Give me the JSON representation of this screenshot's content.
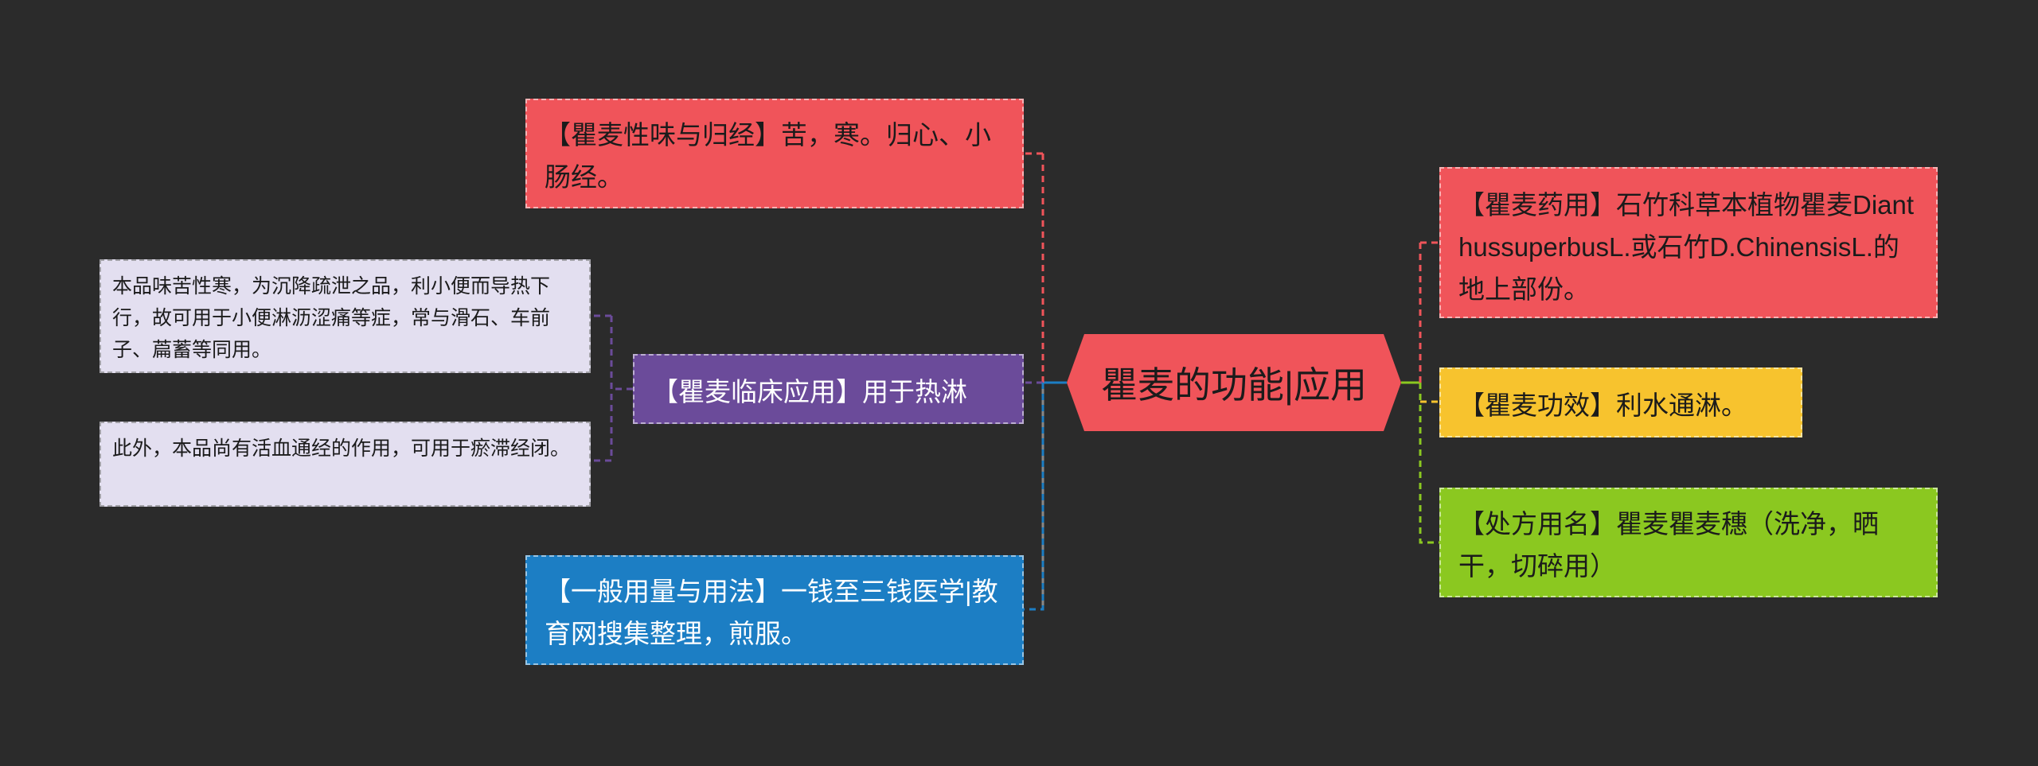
{
  "colors": {
    "background": "#2b2b2b",
    "center": "#f0545a",
    "red": "#f0545a",
    "purple": "#6b4b9a",
    "blue": "#1c7ec4",
    "yellow": "#f7c32e",
    "green": "#8bc820",
    "leaf": "#e3dff0"
  },
  "center": {
    "text": "瞿麦的功能|应用"
  },
  "left": [
    {
      "text": "【瞿麦性味与归经】苦，寒。归心、小肠经。"
    },
    {
      "text": "【瞿麦临床应用】用于热淋"
    },
    {
      "text": "【一般用量与用法】一钱至三钱医学|教育网搜集整理，煎服。"
    }
  ],
  "leaves": [
    {
      "text": "本品味苦性寒，为沉降疏泄之品，利小便而导热下行，故可用于小便淋沥涩痛等症，常与滑石、车前子、萹蓄等同用。"
    },
    {
      "text": "此外，本品尚有活血通经的作用，可用于瘀滞经闭。"
    }
  ],
  "right": [
    {
      "text": "【瞿麦药用】石竹科草本植物瞿麦DianthussuperbusL.或石竹D.ChinensisL.的地上部份。"
    },
    {
      "text": "【瞿麦功效】利水通淋。"
    },
    {
      "text": "【处方用名】瞿麦瞿麦穗（洗净，晒干，切碎用）"
    }
  ]
}
